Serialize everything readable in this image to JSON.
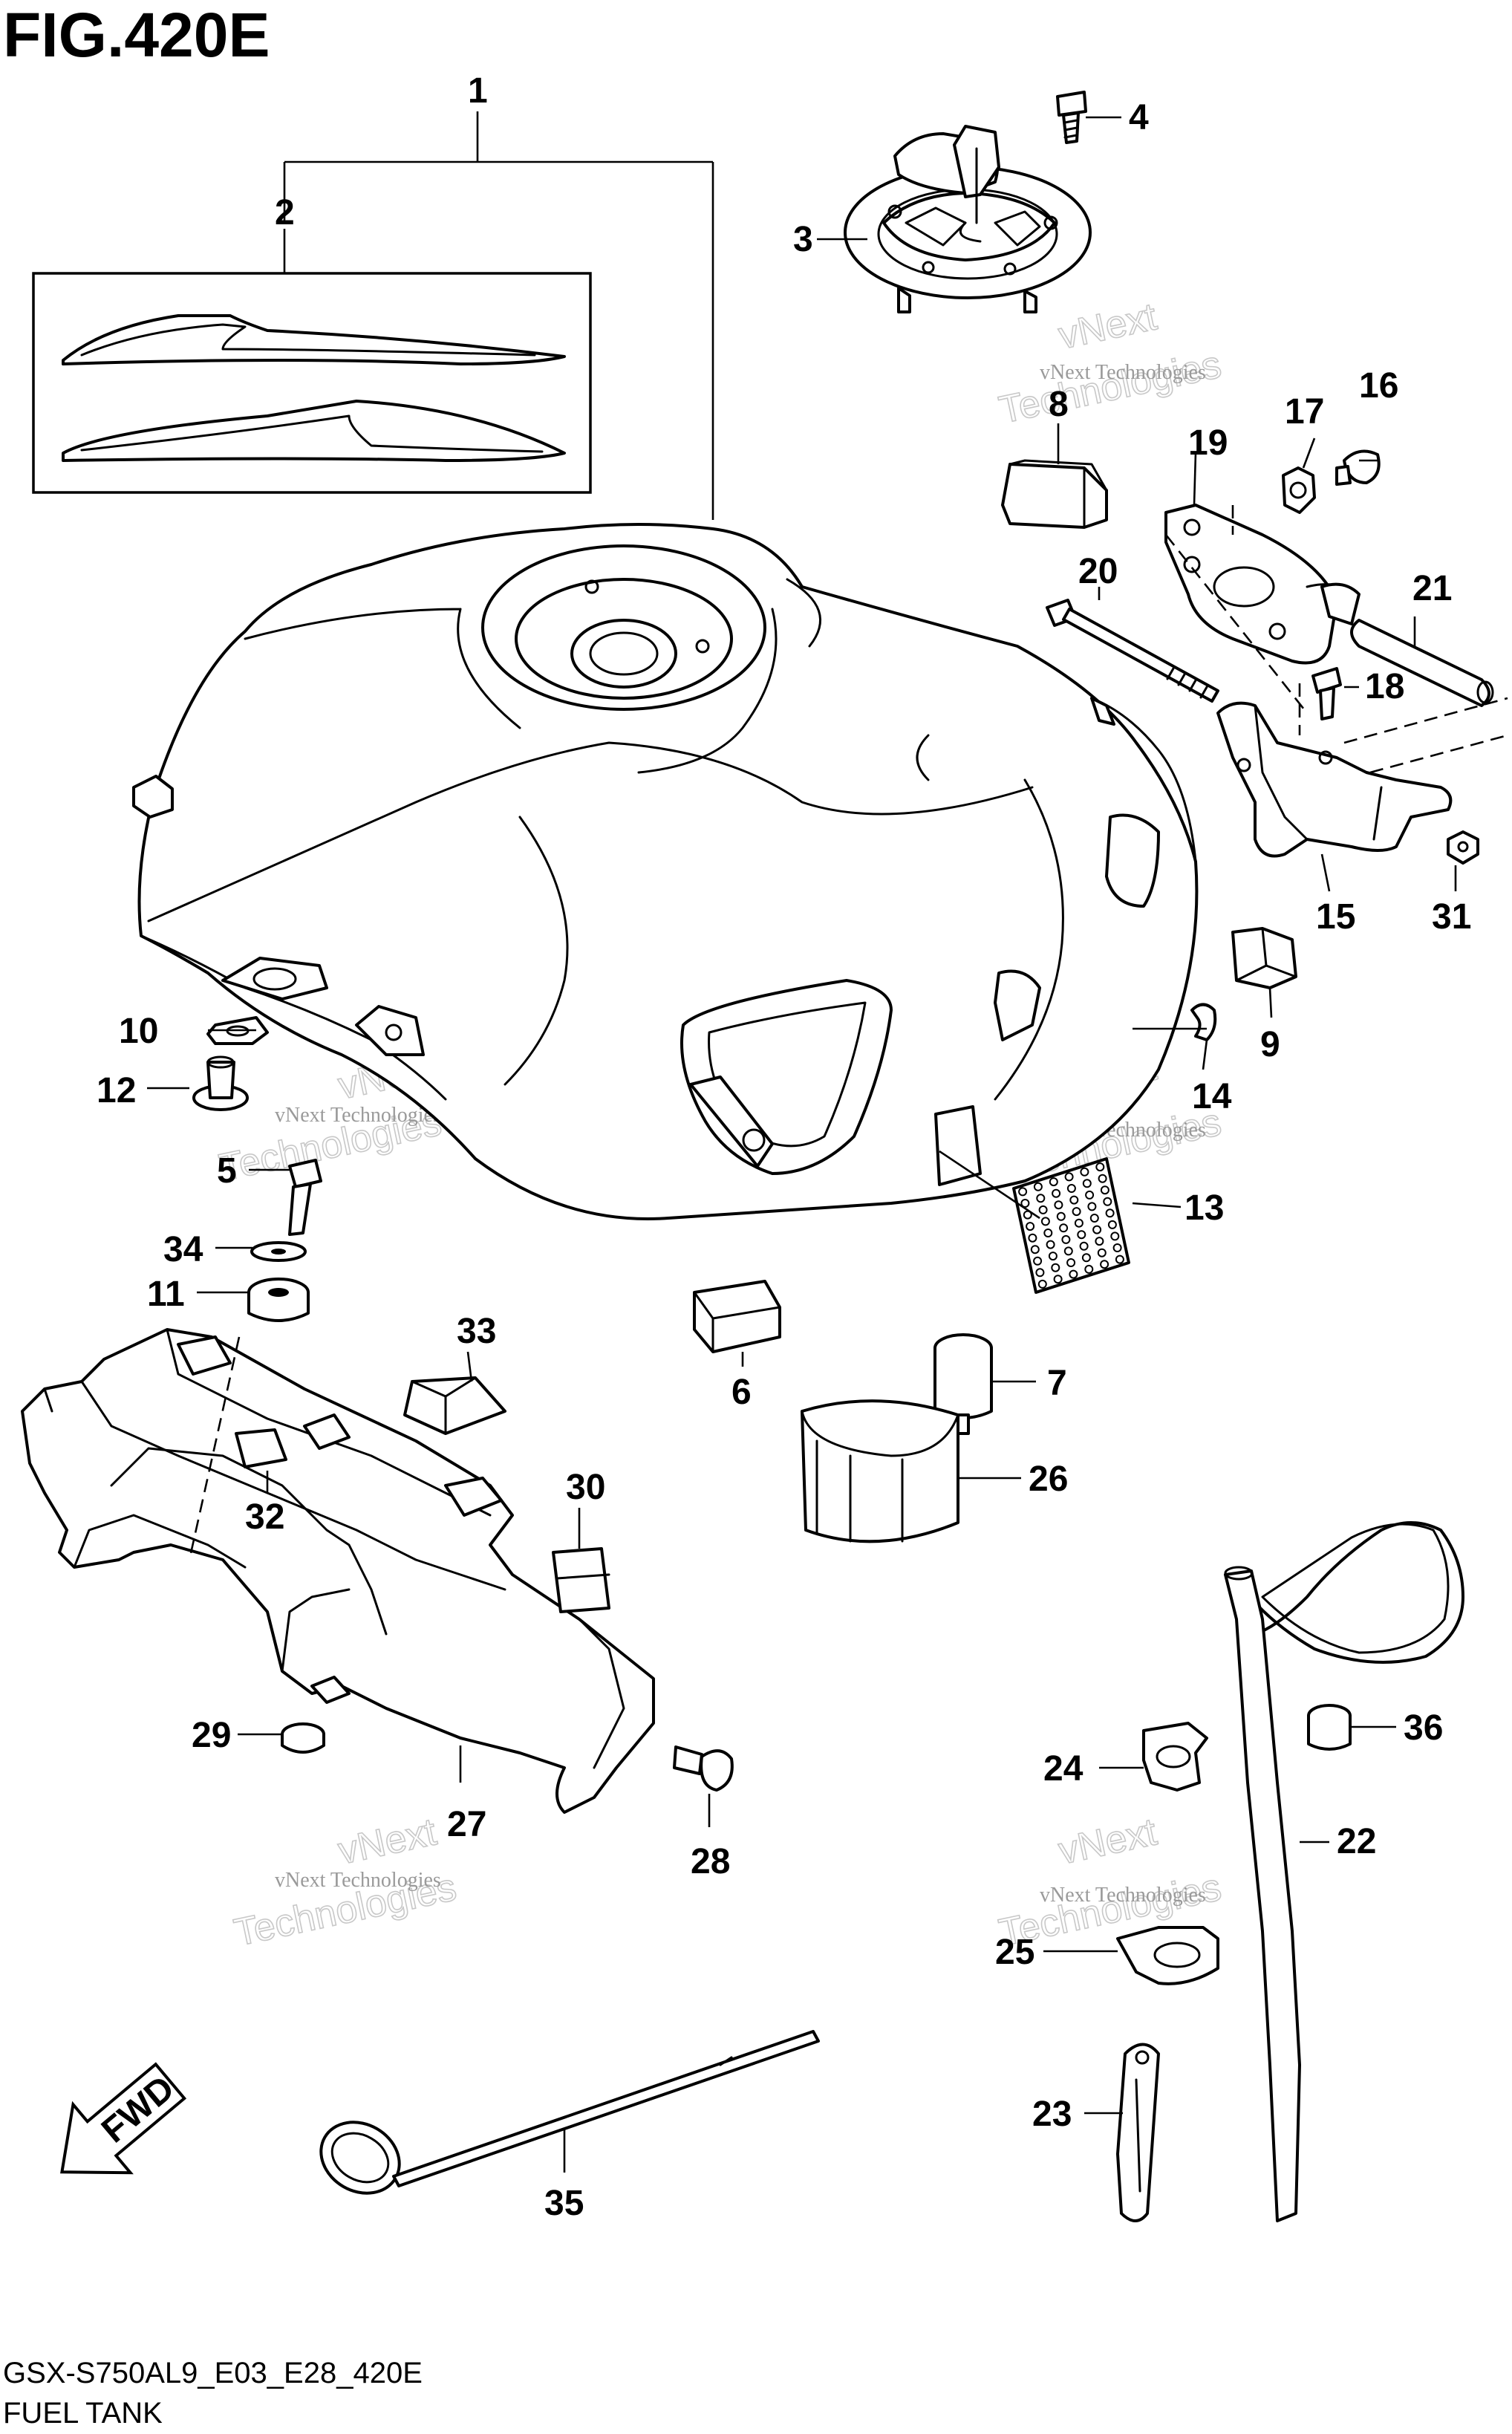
{
  "figure": {
    "title": "FIG.420E",
    "code": "GSX-S750AL9_E03_E28_420E",
    "name": "FUEL TANK"
  },
  "watermark": {
    "line1": "vNext",
    "line2": "Technologies",
    "small": "vNext Technologies"
  },
  "fwd_label": "FWD",
  "callouts": [
    "1",
    "2",
    "3",
    "4",
    "5",
    "6",
    "7",
    "8",
    "9",
    "10",
    "11",
    "12",
    "13",
    "14",
    "15",
    "16",
    "17",
    "18",
    "19",
    "20",
    "21",
    "22",
    "23",
    "24",
    "25",
    "26",
    "27",
    "28",
    "29",
    "30",
    "31",
    "32",
    "33",
    "34",
    "35",
    "36"
  ]
}
